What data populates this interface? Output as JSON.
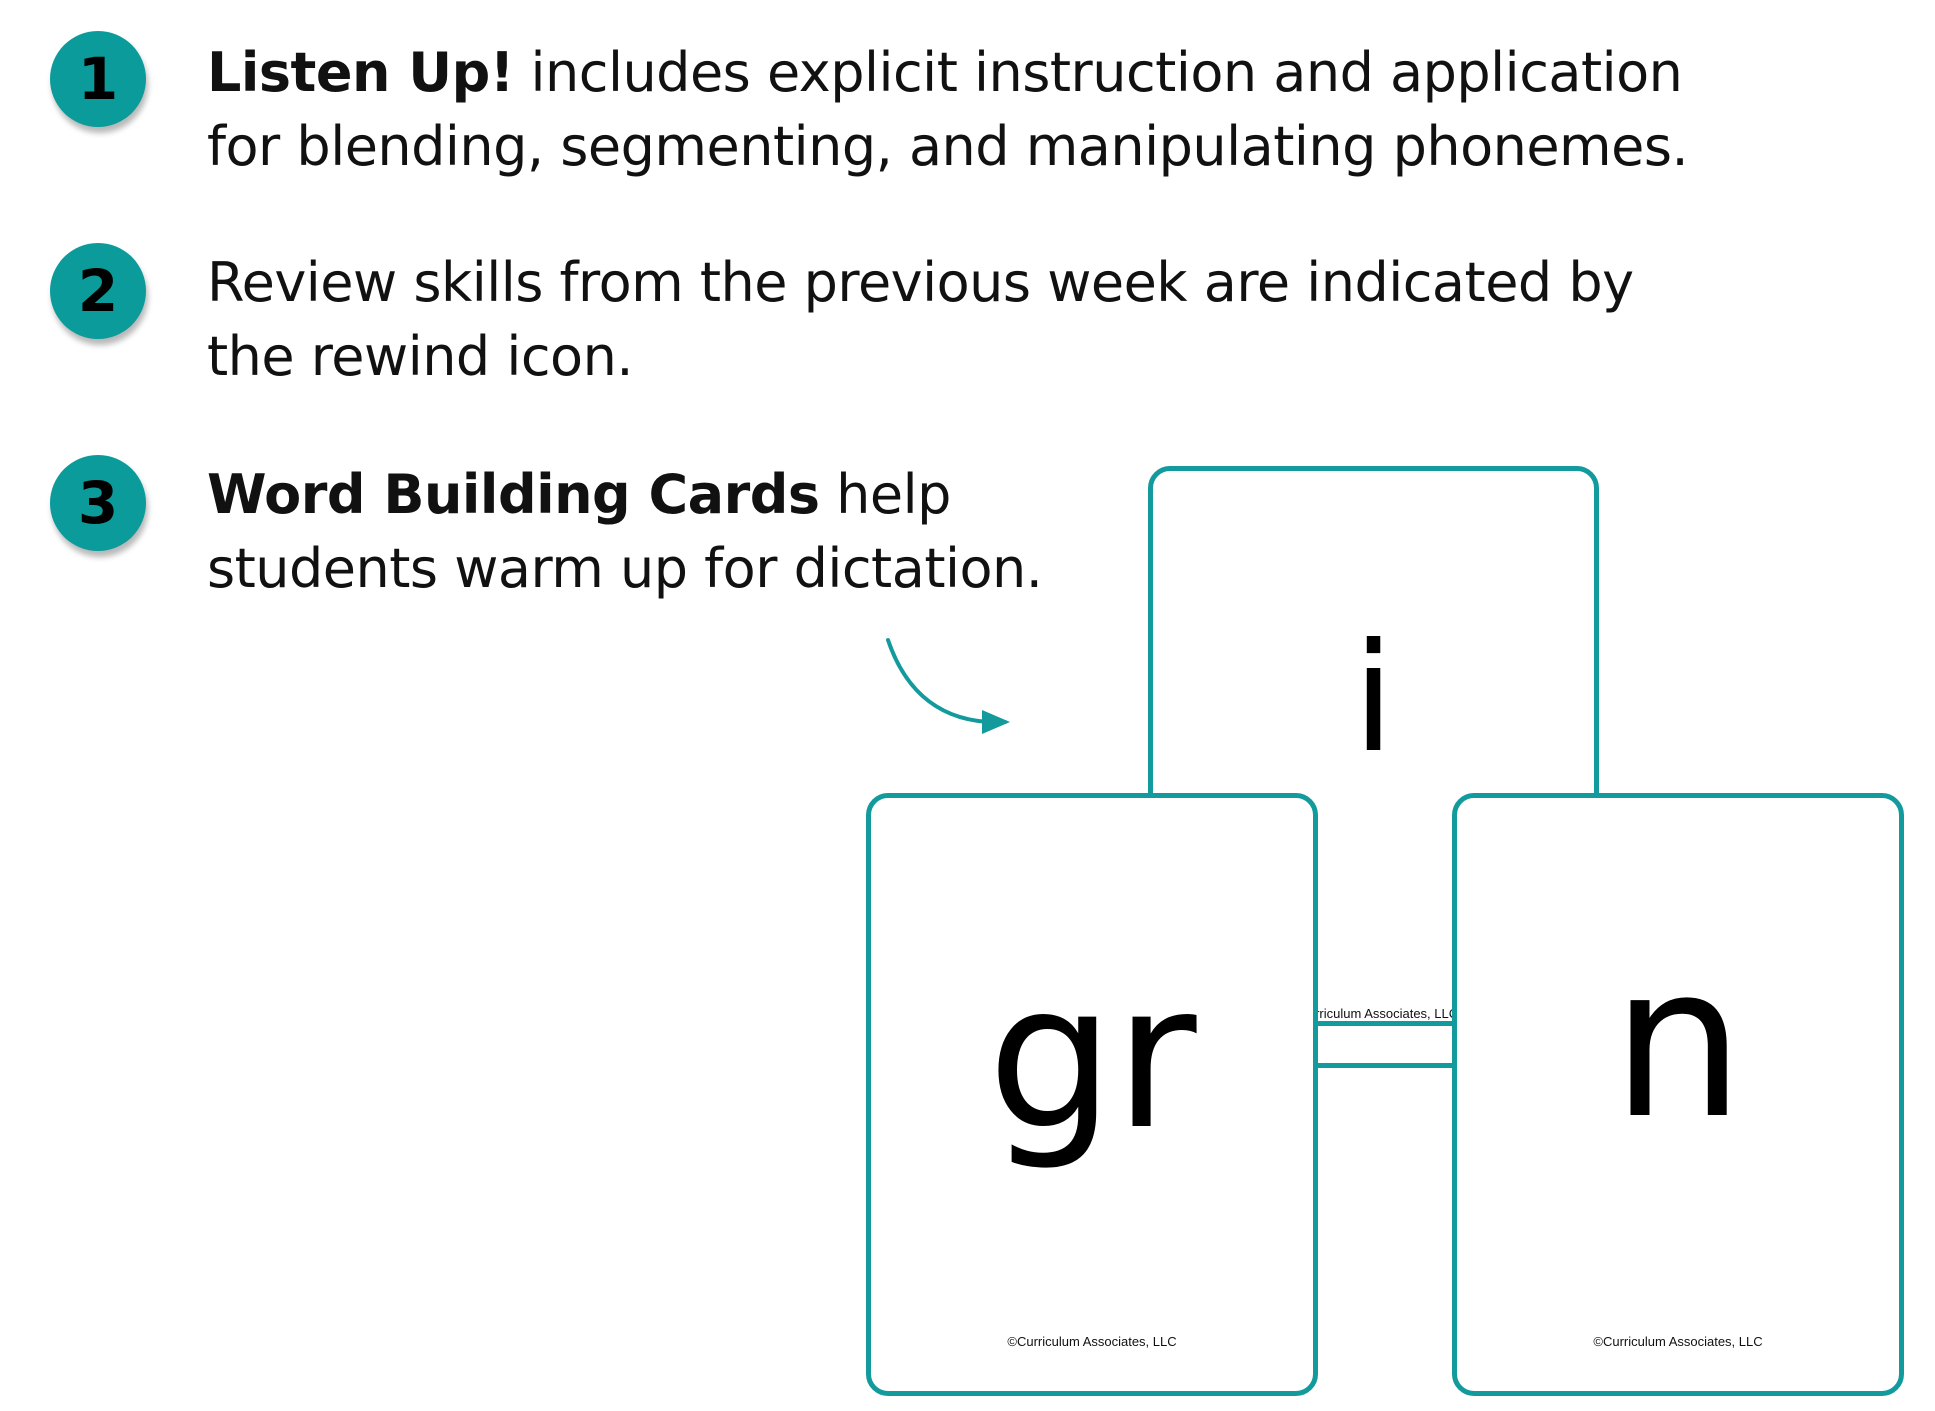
{
  "items": [
    {
      "number": "1",
      "bold": "Listen Up!",
      "line1_rest": " includes explicit instruction and application",
      "line2": "for blending, segmenting, and manipulating phonemes."
    },
    {
      "number": "2",
      "bold": "",
      "line1_rest": "Review skills from the previous week are indicated by",
      "line2": "the rewind icon."
    },
    {
      "number": "3",
      "bold": "Word Building Cards",
      "line1_rest": " help",
      "line2": "students warm up for dictation."
    }
  ],
  "cards": {
    "top": {
      "letter": "i",
      "copyright": "©Curriculum Associates, LLC"
    },
    "left": {
      "letter": "gr",
      "copyright": "©Curriculum Associates, LLC"
    },
    "right": {
      "letter": "n",
      "copyright": "©Curriculum Associates, LLC"
    }
  },
  "colors": {
    "accent": "#0b9b9b",
    "card_border": "#129a9c"
  }
}
